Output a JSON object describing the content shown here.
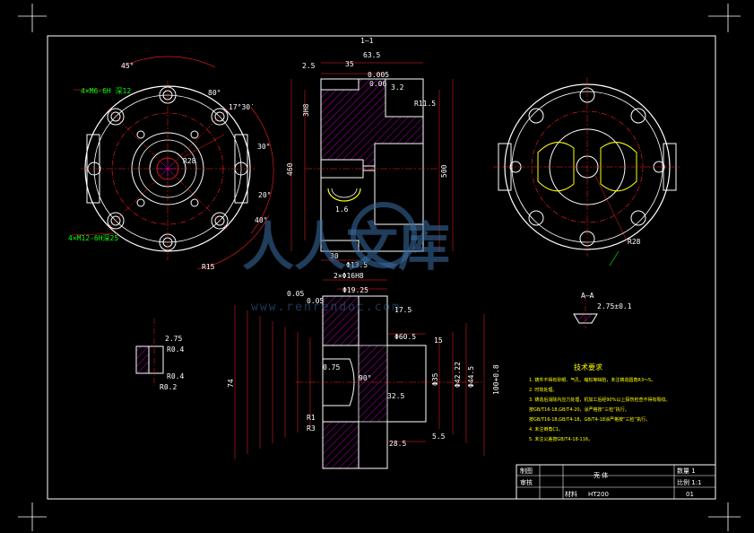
{
  "drawing": {
    "watermark": {
      "text": "人人文库",
      "url": "www.renrendoc.com"
    },
    "section_label_top": "1—1",
    "section_label_right": "A—A",
    "front_view_labels": [
      "45°",
      "4×M6-6H 深12",
      "4×M12-6H深25",
      "80°",
      "20°",
      "30°",
      "17°30′",
      "40°",
      "R28",
      "R15"
    ],
    "section_view_labels": [
      "2.5",
      "35",
      "63.5",
      "0.005",
      "0.06",
      "3.2",
      "460",
      "500",
      "30",
      "3H8",
      "R11.5",
      "1.6"
    ],
    "lower_view_labels": [
      "Φ13.5",
      "2×Φ16H8",
      "Φ19.25",
      "0.05",
      "0.05",
      "17.5",
      "Φ60.5",
      "Φ35",
      "Φ42.22",
      "Φ44.5",
      "32.5",
      "28.5",
      "100+0.8",
      "90°",
      "74",
      "R1",
      "R3",
      "0.75",
      "15",
      "5.5"
    ],
    "detail_left_labels": [
      "2.75",
      "R0.4",
      "R0.4",
      "R0.2"
    ],
    "detail_right_labels": [
      "2.75±0.1"
    ],
    "technical_requirements": {
      "title": "技术要求",
      "items": [
        "1. 铸件不得有砂眼、气孔、缩松等缺陷，未注铸造圆角R3～5。",
        "2. 时效处理。",
        "3. 铸造后消除内应力处理，机加工后经90%以上探伤检查不得有裂纹。",
        "   按GB/T16-18,GB/T4-20，涂严格按“三检”执行。",
        "   按GB/T16-18,GB/T4-18，GB/T4-18涂严格按“三检”执行。",
        "4. 未注倒角C1。",
        "5. 未注公差按GB/T4-18-116。"
      ]
    },
    "title_block": {
      "row1": [
        "制图",
        "",
        "壳 体",
        "数量 1"
      ],
      "row2": [
        "审核",
        "",
        "",
        "比例 1:1"
      ],
      "row3": [
        "材料",
        "HT200",
        "",
        "01"
      ]
    }
  },
  "colors": {
    "outline": "#ffffff",
    "dimension": "#ff2020",
    "centerline": "#ff2020",
    "hatch": "#ff00ff",
    "hidden": "#ffff00",
    "green": "#00ff00",
    "watermark": "#3b6fa6"
  }
}
